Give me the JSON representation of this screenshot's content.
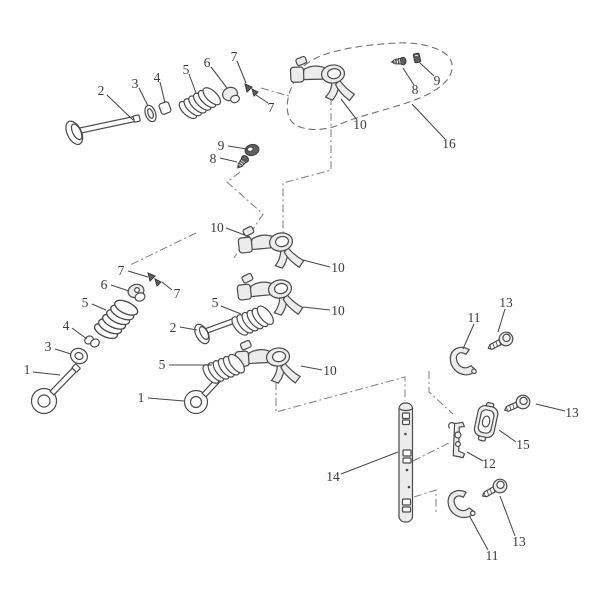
{
  "diagram": {
    "type": "exploded-parts-diagram",
    "description_labels_only": true,
    "colors": {
      "background": "#ffffff",
      "line": "#4a4a4a",
      "dash_line": "#7d7d7d",
      "part_fill": "#ececec",
      "dark_part_fill": "#5f5f5f",
      "label_text": "#3b3b3b"
    },
    "labels": [
      {
        "text": "2"
      },
      {
        "text": "3"
      },
      {
        "text": "4"
      },
      {
        "text": "5"
      },
      {
        "text": "6"
      },
      {
        "text": "7"
      },
      {
        "text": "7"
      },
      {
        "text": "9"
      },
      {
        "text": "8"
      },
      {
        "text": "8"
      },
      {
        "text": "9"
      },
      {
        "text": "10"
      },
      {
        "text": "16"
      },
      {
        "text": "10"
      },
      {
        "text": "10"
      },
      {
        "text": "10"
      },
      {
        "text": "10"
      },
      {
        "text": "7"
      },
      {
        "text": "6"
      },
      {
        "text": "7"
      },
      {
        "text": "5"
      },
      {
        "text": "4"
      },
      {
        "text": "3"
      },
      {
        "text": "1"
      },
      {
        "text": "2"
      },
      {
        "text": "5"
      },
      {
        "text": "5"
      },
      {
        "text": "1"
      },
      {
        "text": "11"
      },
      {
        "text": "13"
      },
      {
        "text": "13"
      },
      {
        "text": "15"
      },
      {
        "text": "12"
      },
      {
        "text": "14"
      },
      {
        "text": "13"
      },
      {
        "text": "11"
      }
    ]
  }
}
